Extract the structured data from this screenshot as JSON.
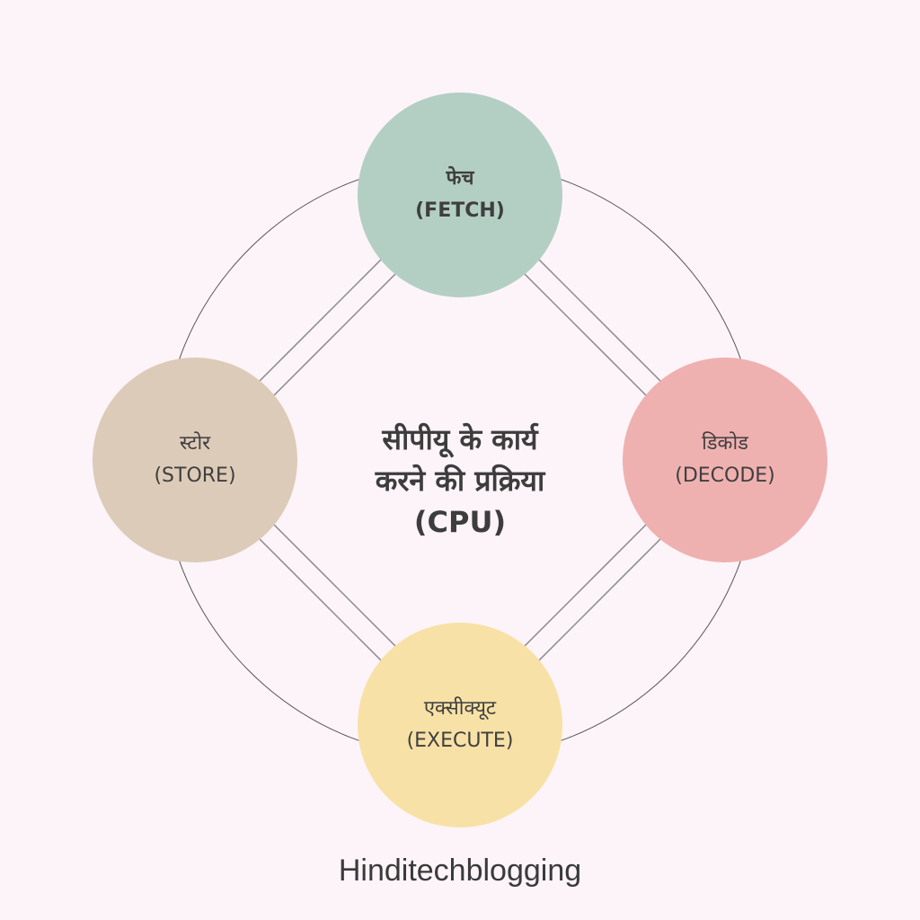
{
  "title": {
    "line1": "सीपीयू के कार्य",
    "line2": "करने की प्रक्रिया",
    "line3": "(CPU)"
  },
  "nodes": {
    "fetch": {
      "hindi": "फेच",
      "english": "(FETCH)",
      "color": "#b3cfc3"
    },
    "decode": {
      "hindi": "डिकोड",
      "english": "(DECODE)",
      "color": "#efb1b0"
    },
    "execute": {
      "hindi": "एक्सीक्यूट",
      "english": "(EXECUTE)",
      "color": "#f8e1a6"
    },
    "store": {
      "hindi": "स्टोर",
      "english": "(STORE)",
      "color": "#dccbb8"
    }
  },
  "footer": "Hinditechblogging"
}
